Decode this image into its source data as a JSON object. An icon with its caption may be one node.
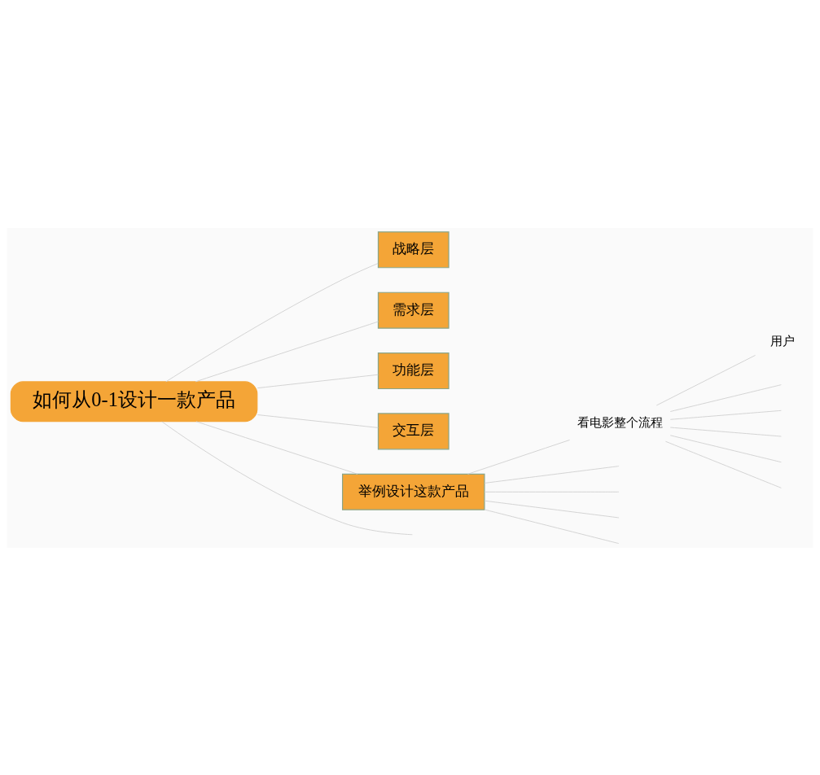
{
  "diagram": {
    "nodes": [
      {
        "text": [
          "如何从0-1设计一款产品"
        ]
      },
      {
        "text": [
          "战略层"
        ]
      },
      {
        "text": [
          "需求层"
        ]
      },
      {
        "text": [
          "功能层"
        ]
      },
      {
        "text": [
          "交互层"
        ]
      },
      {
        "text": [
          "举例设计这款产品"
        ]
      },
      {
        "text": [
          "看电影整个流程"
        ]
      },
      {
        "text": [
          "用户"
        ]
      }
    ],
    "edges": [
      {
        "from": 0,
        "to": 1,
        "arrow": "none"
      },
      {
        "from": 0,
        "to": 2,
        "arrow": "none"
      },
      {
        "from": 0,
        "to": 3,
        "arrow": "none"
      },
      {
        "from": 0,
        "to": 4,
        "arrow": "none"
      },
      {
        "from": 0,
        "to": 5,
        "arrow": "none"
      },
      {
        "from": 0,
        "to": null,
        "arrow": "none"
      },
      {
        "from": 5,
        "to": 6,
        "arrow": "none"
      },
      {
        "from": 5,
        "to": null,
        "arrow": "none"
      },
      {
        "from": 5,
        "to": null,
        "arrow": "none"
      },
      {
        "from": 5,
        "to": null,
        "arrow": "none"
      },
      {
        "from": 5,
        "to": null,
        "arrow": "none"
      },
      {
        "from": 6,
        "to": 7,
        "arrow": "none"
      },
      {
        "from": 6,
        "to": null,
        "arrow": "none"
      },
      {
        "from": 6,
        "to": null,
        "arrow": "none"
      },
      {
        "from": 6,
        "to": null,
        "arrow": "none"
      },
      {
        "from": 6,
        "to": null,
        "arrow": "none"
      },
      {
        "from": 6,
        "to": null,
        "arrow": "none"
      }
    ]
  }
}
